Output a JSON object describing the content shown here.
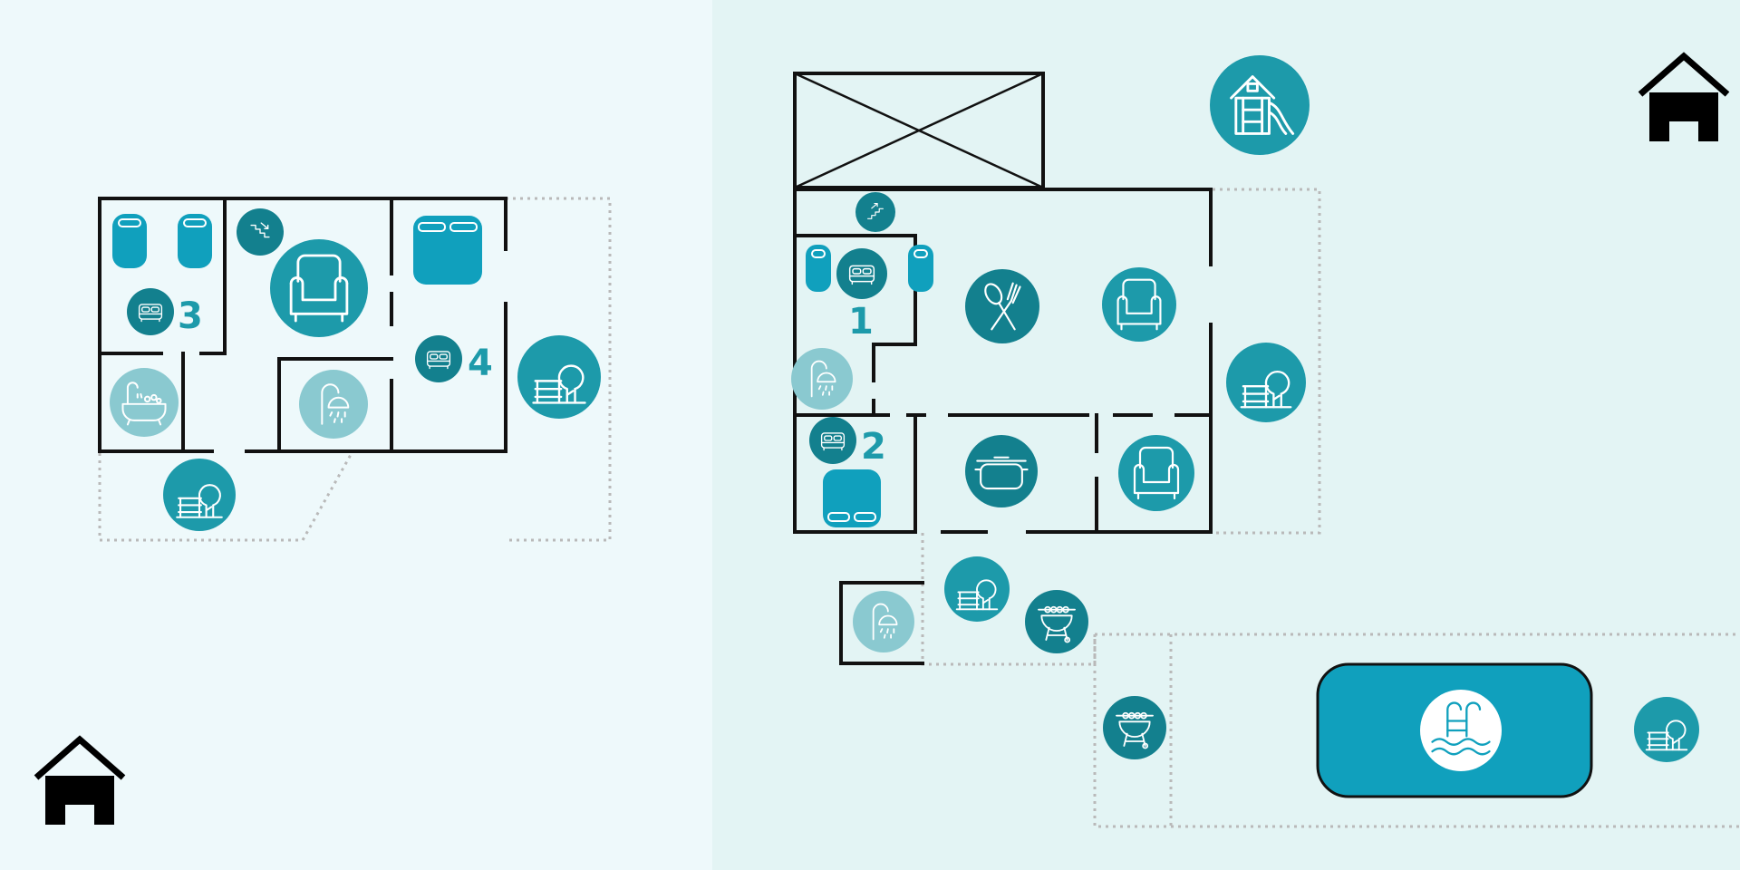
{
  "colors": {
    "background_left": "#eef9fb",
    "background_right": "#e3f4f4",
    "teal": "#1d9aaa",
    "teal_dark": "#13808e",
    "teal_light": "#8ac9d0",
    "blue": "#10a0bd",
    "number": "#1d9aaa",
    "wall": "#111111"
  },
  "rooms": [
    {
      "id": "bedroom-3",
      "number": "3"
    },
    {
      "id": "bedroom-4",
      "number": "4"
    },
    {
      "id": "bedroom-1",
      "number": "1"
    },
    {
      "id": "bedroom-2",
      "number": "2"
    }
  ],
  "icons": [
    "house-icon",
    "playground-icon",
    "stairs-icon",
    "single-bed-icon",
    "double-bed-icon",
    "bed-pillows-icon",
    "armchair-icon",
    "cutlery-icon",
    "cooking-pot-icon",
    "shower-icon",
    "bathtub-icon",
    "garden-bench-icon",
    "barbecue-icon",
    "pool-ladder-icon"
  ]
}
